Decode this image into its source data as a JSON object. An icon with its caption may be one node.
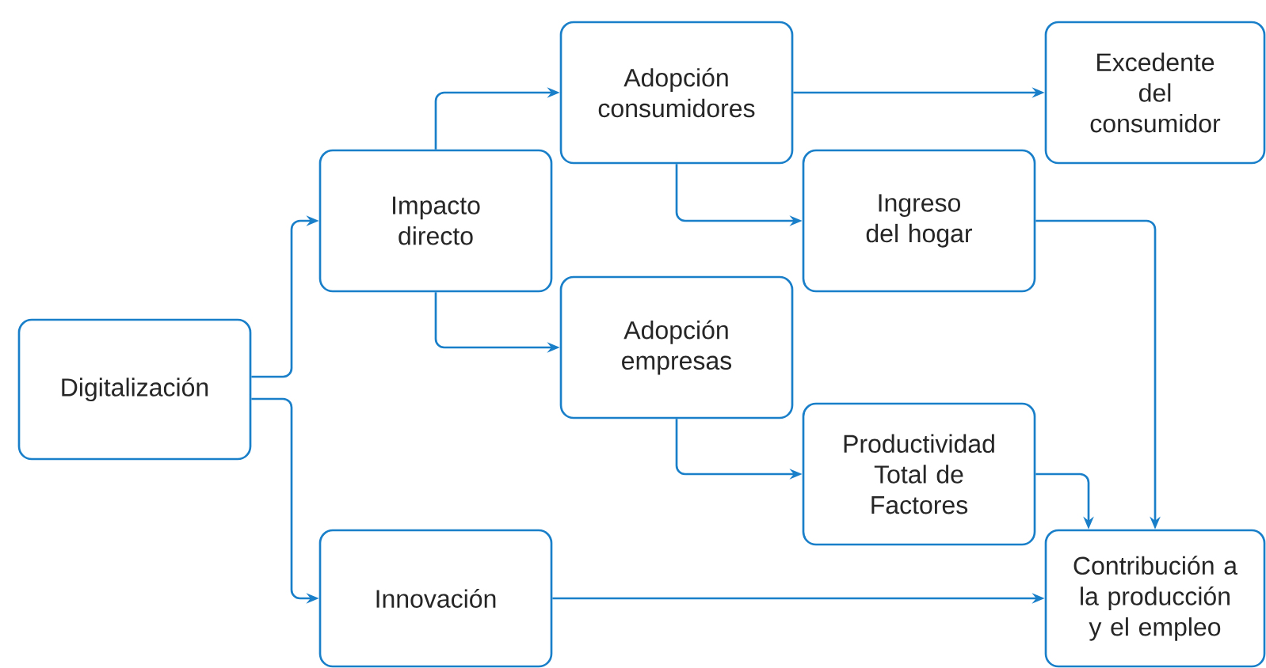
{
  "diagram": {
    "nodes": [
      {
        "text": [
          "Digitalización"
        ]
      },
      {
        "text": [
          "Impacto directo"
        ]
      },
      {
        "text": [
          "Innovación"
        ]
      },
      {
        "text": [
          "Adopción consumidores"
        ]
      },
      {
        "text": [
          "Adopción empresas"
        ]
      },
      {
        "text": [
          "Excedente del consumidor"
        ]
      },
      {
        "text": [
          "Ingreso del hogar"
        ]
      },
      {
        "text": [
          "Productividad Total de Factores"
        ]
      },
      {
        "text": [
          "Contribución a la producción y el empleo"
        ]
      }
    ],
    "edges": [
      {
        "from": 0,
        "to": 1,
        "arrow": "to"
      },
      {
        "from": 0,
        "to": 2,
        "arrow": "to"
      },
      {
        "from": 1,
        "to": 3,
        "arrow": "to"
      },
      {
        "from": 1,
        "to": 4,
        "arrow": "to"
      },
      {
        "from": 3,
        "to": 5,
        "arrow": "to"
      },
      {
        "from": 3,
        "to": 6,
        "arrow": "to"
      },
      {
        "from": 4,
        "to": 7,
        "arrow": "to"
      },
      {
        "from": 6,
        "to": 8,
        "arrow": "to"
      },
      {
        "from": 7,
        "to": 8,
        "arrow": "to"
      },
      {
        "from": 2,
        "to": 8,
        "arrow": "to"
      }
    ]
  }
}
